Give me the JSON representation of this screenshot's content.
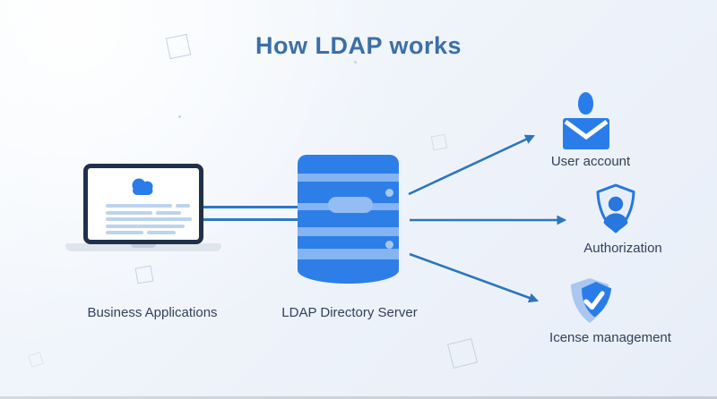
{
  "title": "How LDAP works",
  "diagram": {
    "source": {
      "label": "Business Applications",
      "icon": "laptop-cloud-icon"
    },
    "server": {
      "label": "LDAP Directory Server",
      "icon": "database-icon"
    },
    "outcomes": [
      {
        "label": "User account",
        "icon": "user-envelope-icon"
      },
      {
        "label": "Authorization",
        "icon": "shield-user-icon"
      },
      {
        "label": "Icense management",
        "icon": "shield-check-icon"
      }
    ]
  },
  "colors": {
    "title_text": "#3b6fa9",
    "label_text": "#31405a",
    "primary_blue": "#2a7de9",
    "cylinder_blue": "#2e7ee8",
    "cylinder_band_blue": "#84b4f1",
    "arrow_blue": "#2b76bb",
    "laptop_border": "#20304a",
    "shield_fill_light": "#e7eef8",
    "shield_light_blue": "#a9c7f0",
    "background": "#eef3fa"
  }
}
